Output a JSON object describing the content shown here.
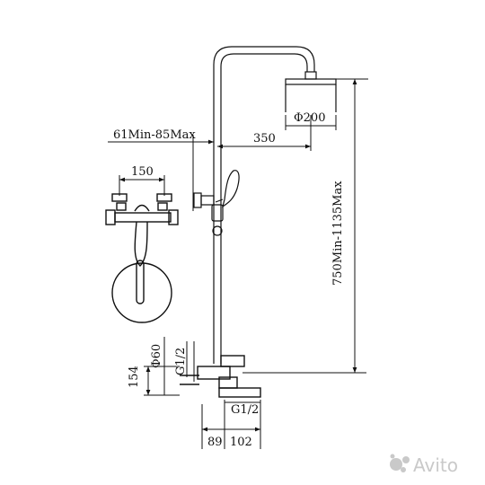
{
  "drawing": {
    "labels": {
      "head_diameter": "Φ200",
      "arm_range": "61Min-85Max",
      "arm_length": "350",
      "inlet_spacing": "150",
      "height_range": "750Min-1135Max",
      "escutcheon_diameter": "Φ60",
      "thread_upper": "G1/2",
      "thread_lower": "G1/2",
      "mixer_height": "154",
      "depth_a": "89",
      "depth_b": "102"
    }
  },
  "watermark": {
    "text": "Avito",
    "icon": "avito-logo-icon"
  },
  "colors": {
    "line": "#111111",
    "watermark": "#c9c9c9"
  }
}
